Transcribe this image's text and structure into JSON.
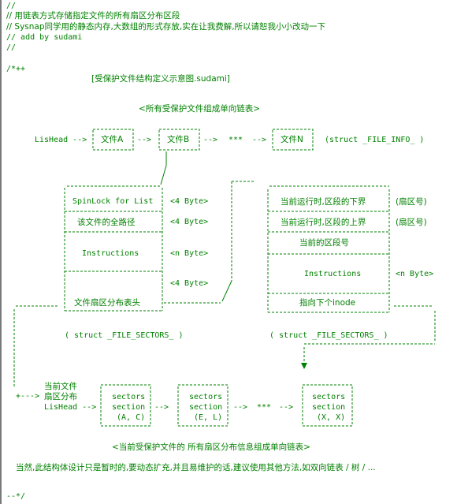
{
  "header": {
    "line1": "//",
    "line2": "// 用链表方式存储指定文件的所有扇区分布区段",
    "line3": "// Sysnap同学用的静态内存,大数组的形式存放,实在让我费解,所以请恕我小小改动一下",
    "line4": "// add by sudami",
    "line5": "//",
    "open_comment": "/*++",
    "close_comment": "--*/"
  },
  "diagram_title": "[受保护文件结构定义示意图.sudami]",
  "file_list_caption": "<所有受保护文件组成单向链表>",
  "file_list": {
    "head": "LisHead -->",
    "nodes": [
      "文件A",
      "文件B",
      "文件N"
    ],
    "ellipsis": "***",
    "struct_name": "(struct _FILE_INFO_ )"
  },
  "file_info_struct": {
    "rows": [
      {
        "label": "SpinLock for List",
        "size": "<4 Byte>"
      },
      {
        "label": "该文件的全路径",
        "size": "<4 Byte>"
      },
      {
        "label": "Instructions",
        "size": "<n Byte>"
      },
      {
        "label": "",
        "size": "<4 Byte>"
      },
      {
        "label": "文件扇区分布表头",
        "size": ""
      }
    ],
    "struct_name": "( struct _FILE_SECTORS_ )"
  },
  "sector_struct": {
    "rows": [
      {
        "label": "当前运行时,区段的下界",
        "unit": "(扇区号)"
      },
      {
        "label": "当前运行时,区段的上界",
        "unit": "(扇区号)"
      },
      {
        "label": "当前的区段号",
        "unit": ""
      },
      {
        "label": "Instructions",
        "unit": "<n Byte>"
      },
      {
        "label": "指向下个inode",
        "unit": ""
      }
    ],
    "struct_name": "( struct _FILE_SECTORS_ )"
  },
  "sector_list": {
    "label_line1": "当前文件",
    "label_line2": "扇区分布",
    "head": "LisHead -->",
    "nodes": [
      {
        "line1": "sectors",
        "line2": "section",
        "line3": "(A, C)"
      },
      {
        "line1": "sectors",
        "line2": "section",
        "line3": "(E, L)"
      },
      {
        "line1": "sectors",
        "line2": "section",
        "line3": "(X, X)"
      }
    ],
    "ellipsis": "***",
    "caption": "<当前受保护文件的 所有扇区分布信息组成单向链表>"
  },
  "footer_note": "当然,此结构体设计只是暂时的,要动态扩充,并且易维护的话,建议使用其他方法,如双向链表 / 树 / ..."
}
